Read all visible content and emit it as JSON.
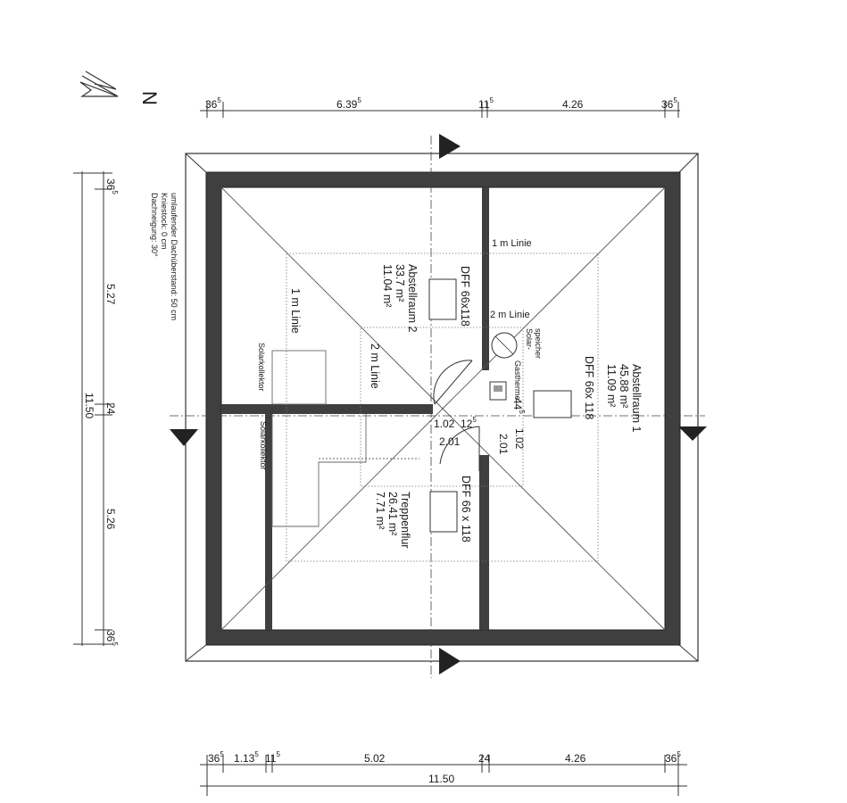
{
  "north_label": "N",
  "dims_top": [
    "36",
    "6.39",
    "11",
    "4.26",
    "36"
  ],
  "dims_top_sup": [
    "5",
    "5",
    "5",
    "",
    "5"
  ],
  "dims_bottom": [
    "36",
    "1.13",
    "11",
    "5.02",
    "24",
    "4.26",
    "36"
  ],
  "dims_bottom_sup": [
    "5",
    "5",
    "5",
    "",
    "",
    "",
    "5"
  ],
  "dim_bottom_total": "11.50",
  "dims_left": [
    "36",
    "5.27",
    "24",
    "5.26",
    "36"
  ],
  "dims_left_sup": [
    "5",
    "",
    "",
    "",
    "5"
  ],
  "dim_left_total": "11.50",
  "notes": [
    "umlaufender Dachüberstand: 50 cm",
    "Kniestock: 0 cm",
    "Dachneigung: 30°"
  ],
  "rooms": {
    "abstellraum1": {
      "name": "Abstellraum 1",
      "area1": "45.88 m²",
      "area2": "11.09 m²"
    },
    "abstellraum2": {
      "name": "Abstellraum 2",
      "area1": "33.7 m²",
      "area2": "11.04 m²"
    },
    "treppenflur": {
      "name": "Treppenflur",
      "area1": "26.41 m²",
      "area2": "7.71 m²"
    }
  },
  "labels": {
    "line1_right": "1 m Linie",
    "line2_right": "2 m Linie",
    "line1_left": "1 m Linie",
    "line2_left": "2 m Linie",
    "dff1": "DFF 66x118",
    "dff2": "DFF 66x 118",
    "dff3": "DFF 66 x 118",
    "solar1": "Solarkollektor",
    "solar2": "Solarkollektor",
    "solarspeicher": "Solar-\nspeicher",
    "gastherme": "Gastherme"
  },
  "door_dims": {
    "d1_w": "1.02",
    "d1_h": "2.01",
    "d1_s": "12",
    "d1_s_sup": "5",
    "d2_w": "1.02",
    "d2_h": "2.01",
    "d2_s": "44",
    "d2_s_sup": "5"
  }
}
